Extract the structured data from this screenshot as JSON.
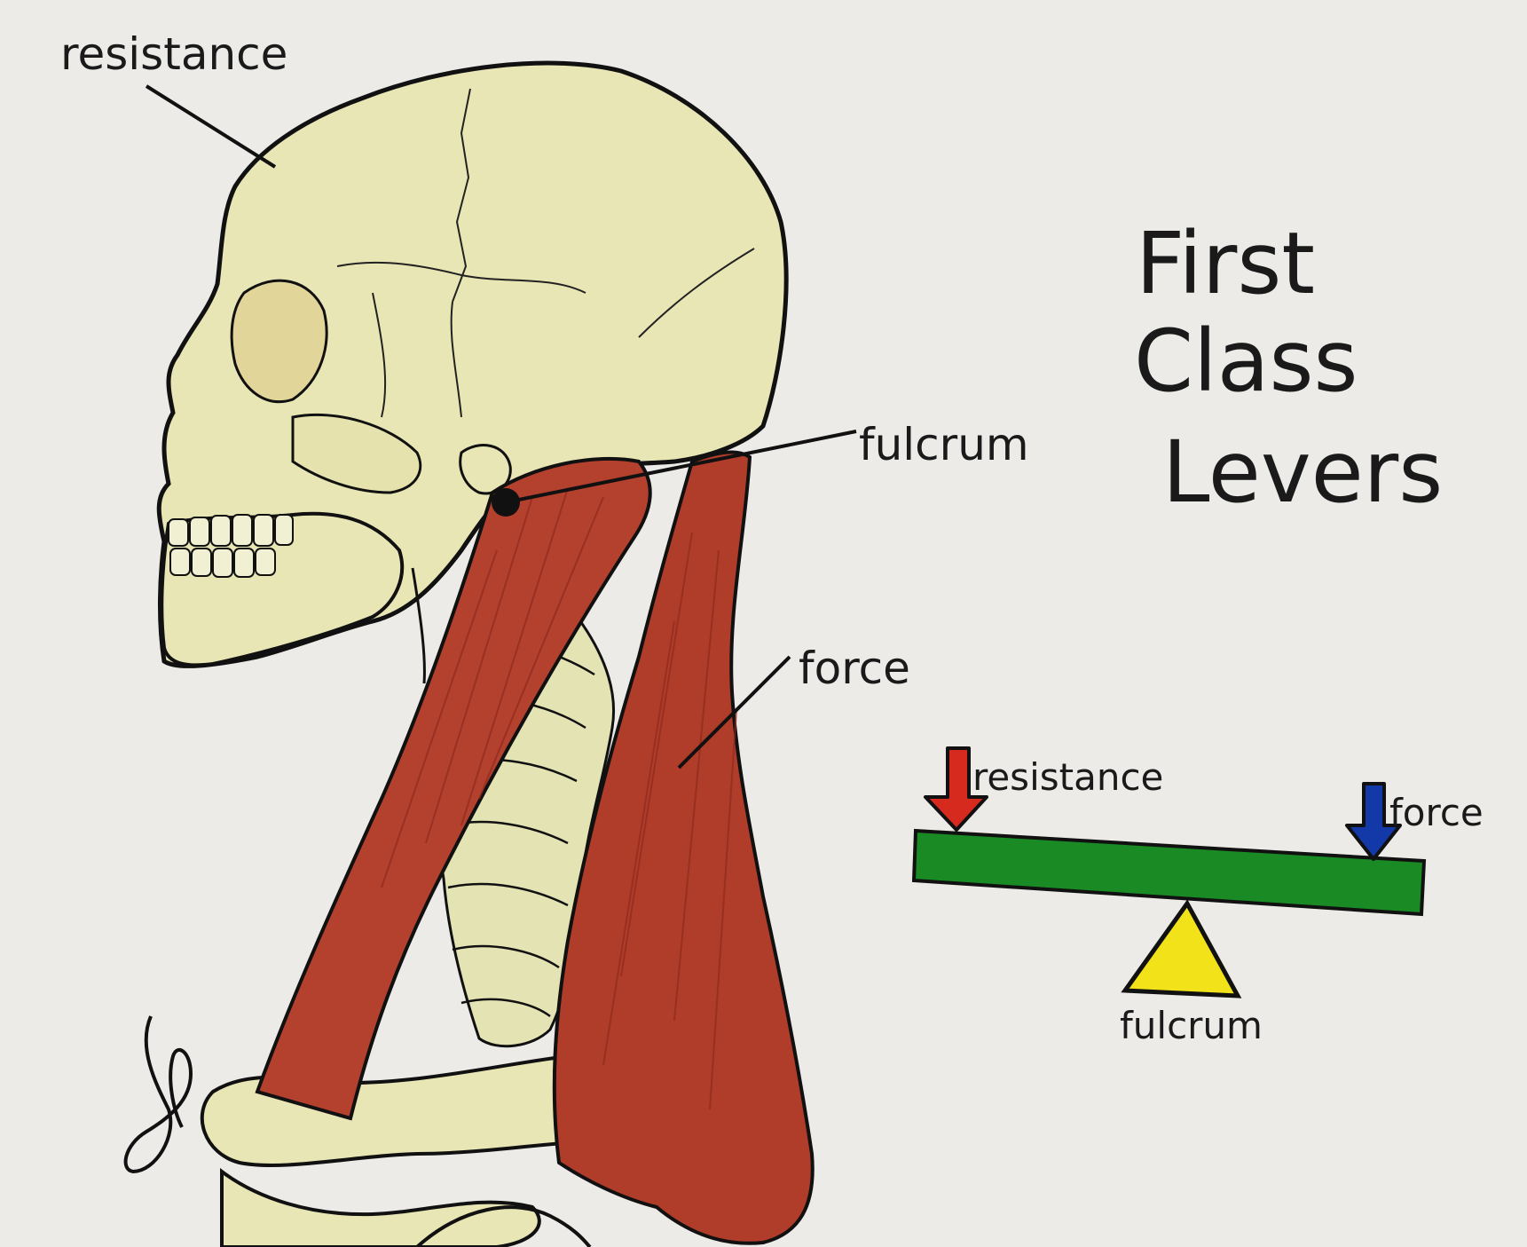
{
  "title": {
    "line1": "First",
    "line2": "Class",
    "line3": "Levers"
  },
  "anatomy_labels": {
    "resistance": "resistance",
    "fulcrum": "fulcrum",
    "force": "force"
  },
  "lever_labels": {
    "resistance": "resistance",
    "force": "force",
    "fulcrum": "fulcrum"
  },
  "colors": {
    "paper": "#ecebe8",
    "bone": "#e9e6b5",
    "muscle": "#b4402e",
    "beam": "#1a8a25",
    "fulcrum_triangle": "#f1e21a",
    "resistance_arrow": "#d62a1f",
    "force_arrow": "#1338a8",
    "ink": "#111111"
  },
  "icons": {
    "resistance_arrow": "down-arrow-icon",
    "force_arrow": "down-arrow-icon",
    "fulcrum_point": "pivot-dot-icon",
    "signature": "signature-mark"
  }
}
